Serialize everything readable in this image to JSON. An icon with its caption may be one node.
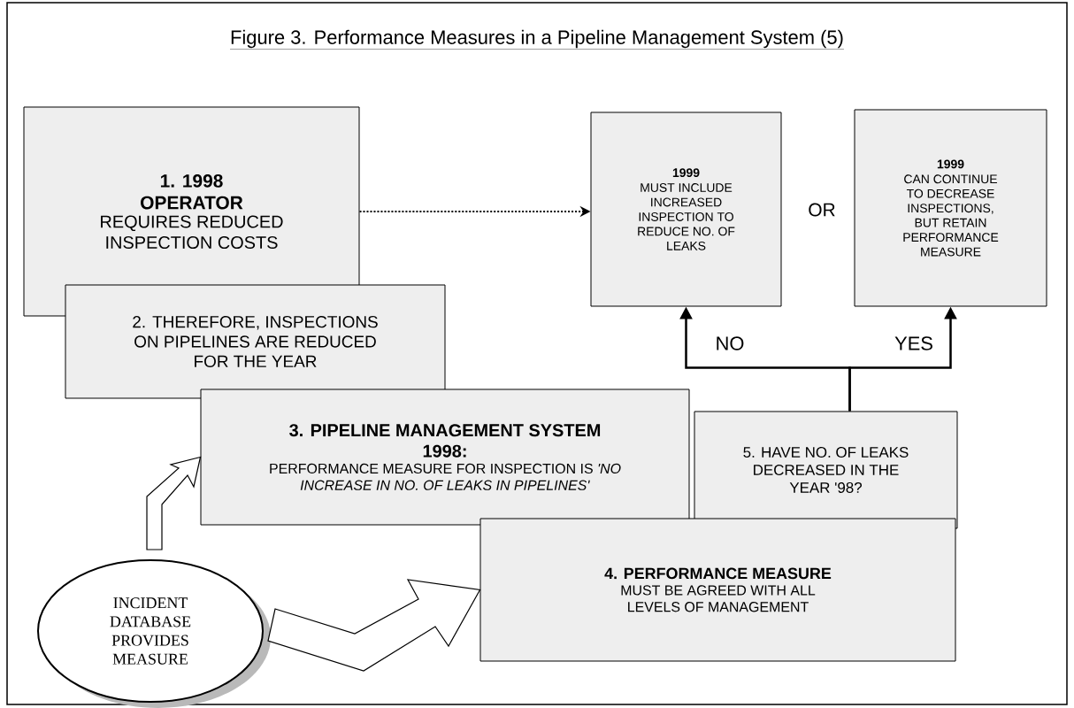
{
  "diagram": {
    "title": "Figure 3. Performance Measures in a Pipeline Management System (5)",
    "nodes": [
      {
        "text": [
          "1. 1998 OPERATOR",
          "REQUIRES REDUCED INSPECTION COSTS"
        ]
      },
      {
        "text": [
          "2. THEREFORE, INSPECTIONS ON PIPELINES ARE REDUCED FOR THE YEAR"
        ]
      },
      {
        "text": [
          "3. PIPELINE MANAGEMENT SYSTEM 1998:",
          "PERFORMANCE MEASURE FOR INSPECTION IS *'NO INCREASE IN NO. OF LEAKS IN PIPELINES'*"
        ]
      },
      {
        "text": [
          "4. PERFORMANCE MEASURE",
          "MUST BE AGREED WITH ALL LEVELS OF MANAGEMENT"
        ]
      },
      {
        "text": [
          "5. HAVE NO. OF LEAKS DECREASED IN THE YEAR '98?"
        ]
      },
      {
        "text": [
          "1999",
          "MUST INCLUDE INCREASED INSPECTION TO REDUCE NO. OF LEAKS"
        ]
      },
      {
        "text": [
          "1999",
          "CAN CONTINUE TO DECREASE INSPECTIONS, BUT RETAIN PERFORMANCE MEASURE"
        ]
      },
      {
        "text": [
          "INCIDENT DATABASE PROVIDES MEASURE"
        ]
      }
    ],
    "edges": [
      {
        "from": 0,
        "to": 5,
        "arrow": "to",
        "style": "dashed"
      },
      {
        "from": 4,
        "to": 5,
        "arrow": "to",
        "label": "NO"
      },
      {
        "from": 4,
        "to": 6,
        "arrow": "to",
        "label": "YES"
      },
      {
        "from": 7,
        "to": 2,
        "arrow": "to",
        "style": "thick"
      },
      {
        "from": 7,
        "to": 3,
        "arrow": "to",
        "style": "thick"
      }
    ],
    "labels": [
      "OR"
    ]
  }
}
